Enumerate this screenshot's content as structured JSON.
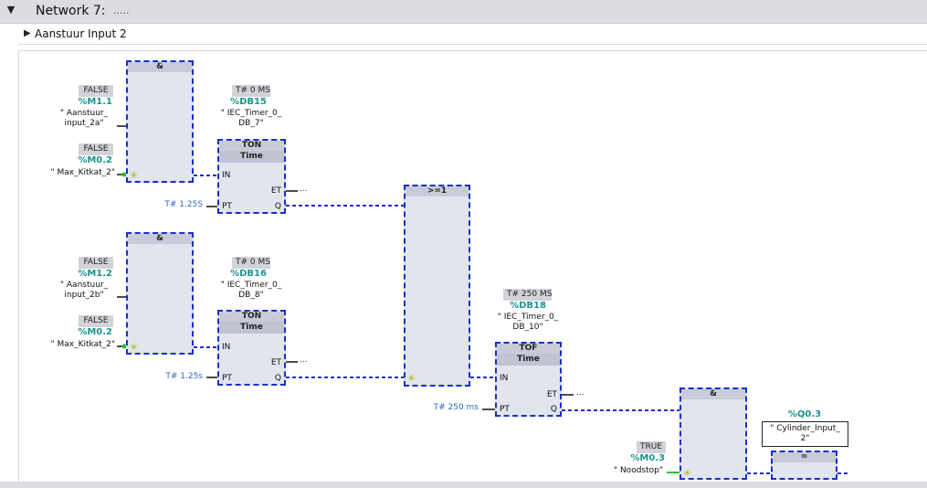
{
  "network": {
    "title": "Network 7:",
    "comment": ".....",
    "subtitle": "Aanstuur Input 2"
  },
  "rung1": {
    "and_symbol": "&",
    "in1": {
      "value": "FALSE",
      "address": "%M1.1",
      "tag_line1": "\" Aanstuur_",
      "tag_line2": "input_2a\""
    },
    "in2": {
      "value": "FALSE",
      "address": "%M0.2",
      "tag": "\" Max_Kitkat_2\""
    },
    "timer": {
      "value": "T# 0 MS",
      "db": "%DB15",
      "name_line1": "\" IEC_Timer_0_",
      "name_line2": "DB_7\"",
      "type": "TON",
      "datatype": "Time",
      "pin_in": "IN",
      "pin_pt": "PT",
      "pin_et": "ET",
      "pin_q": "Q",
      "pt_value": "T# 1.25S",
      "et_out": "..."
    }
  },
  "rung2": {
    "and_symbol": "&",
    "in1": {
      "value": "FALSE",
      "address": "%M1.2",
      "tag_line1": "\" Aanstuur_",
      "tag_line2": "input_2b\""
    },
    "in2": {
      "value": "FALSE",
      "address": "%M0.2",
      "tag": "\" Max_Kitkat_2\""
    },
    "timer": {
      "value": "T# 0 MS",
      "db": "%DB16",
      "name_line1": "\" IEC_Timer_0_",
      "name_line2": "DB_8\"",
      "type": "TON",
      "datatype": "Time",
      "pin_in": "IN",
      "pin_pt": "PT",
      "pin_et": "ET",
      "pin_q": "Q",
      "pt_value": "T# 1.25s",
      "et_out": "..."
    }
  },
  "or_block": {
    "symbol": ">=1"
  },
  "tof": {
    "value": "T# 250 MS",
    "db": "%DB18",
    "name_line1": "\" IEC_Timer_0_",
    "name_line2": "DB_10\"",
    "type": "TOF",
    "datatype": "Time",
    "pin_in": "IN",
    "pin_pt": "PT",
    "pin_et": "ET",
    "pin_q": "Q",
    "pt_value": "T# 250 ms",
    "et_out": "..."
  },
  "final_and": {
    "symbol": "&",
    "in": {
      "value": "TRUE",
      "address": "%M0.3",
      "tag": "\" Noodstop\""
    }
  },
  "output": {
    "address": "%Q0.3",
    "tag_line1": "\" Cylinder_Input_",
    "tag_line2": "2\"",
    "symbol": "="
  },
  "colors": {
    "wire_dashed": "#1a2fc9",
    "wire_active": "#22c22e",
    "address": "#1a9590",
    "param": "#2f6ab8"
  }
}
